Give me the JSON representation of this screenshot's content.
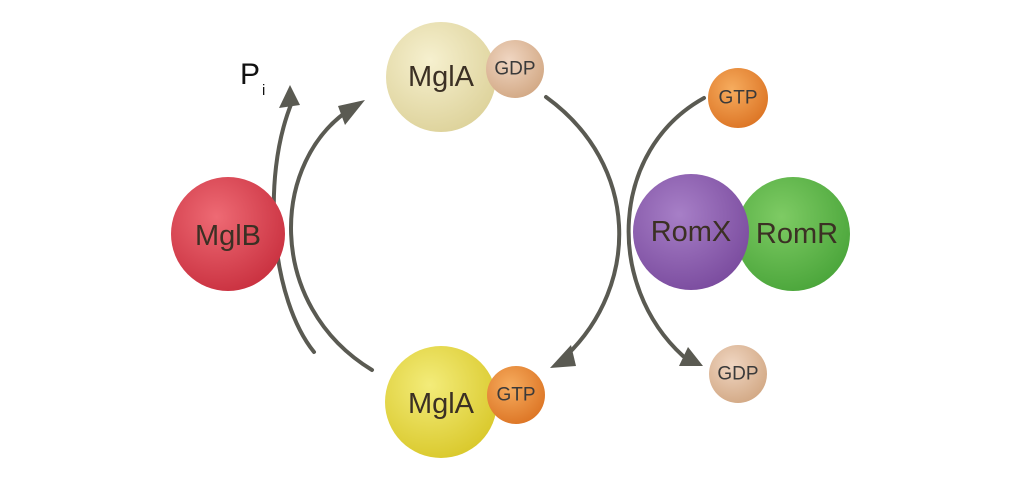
{
  "nodes": {
    "mglb": {
      "label": "MglB",
      "color": "#d8414f"
    },
    "mgla_gdp": {
      "label": "MglA",
      "color": "#e7dfac"
    },
    "gdp_bound": {
      "label": "GDP",
      "color": "#dcb597"
    },
    "mgla_gtp": {
      "label": "MglA",
      "color": "#e4d63c"
    },
    "gtp_bound": {
      "label": "GTP",
      "color": "#e98a3a"
    },
    "gtp_free": {
      "label": "GTP",
      "color": "#e98a3a"
    },
    "romx": {
      "label": "RomX",
      "color": "#8a5cae"
    },
    "romr": {
      "label": "RomR",
      "color": "#5fb84a"
    },
    "gdp_free": {
      "label": "GDP",
      "color": "#dcb597"
    }
  },
  "pi": {
    "main": "P",
    "sub": "i"
  },
  "arrow_color": "#5a5a52"
}
